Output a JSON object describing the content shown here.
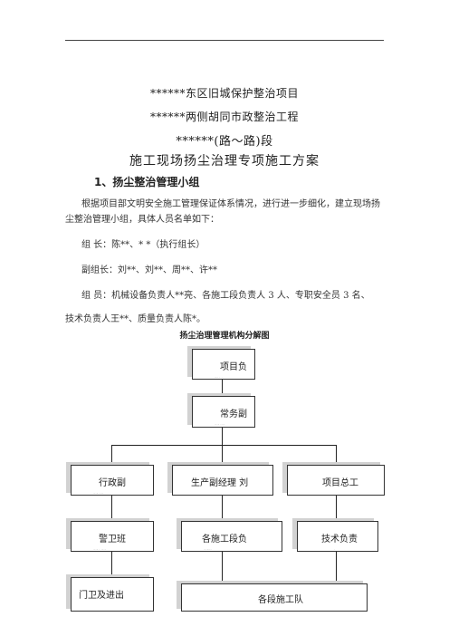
{
  "titles": {
    "line1": "******东区旧城保护整治项目",
    "line2": "******两侧胡同市政整治工程",
    "line3": "******(路～路)段",
    "line4": "施工现场扬尘治理专项施工方案"
  },
  "section": {
    "heading": "1、扬尘整治管理小组"
  },
  "body": {
    "intro_line1": "根据项目部文明安全施工管理保证体系情况，进行进一步细化，建立现场扬",
    "intro_line2": "尘整治管理小组，具体人员名单如下：",
    "leader": "组    长：陈**、*  *（执行组长）",
    "deputy": "副组长：刘**、刘**、周**、许**",
    "members_line1": "组    员：机械设备负责人**亮、各施工段负责人 3 人、专职安全员 3 名、",
    "members_line2": "技术负责人王**、质量负责人陈*。"
  },
  "chart": {
    "title": "扬尘治理管理机构分解图",
    "boxes": {
      "project_manager": {
        "label": "项目负",
        "sub": "·-- · ·"
      },
      "exec_deputy": {
        "label": "常务副",
        "sub": "·-·- ·-·-"
      },
      "admin_deputy": {
        "label": "行政副",
        "sub": "·-·- ·-·-"
      },
      "production_manager": {
        "label": "生产副经理   刘"
      },
      "chief_engineer": {
        "label": "项目总工"
      },
      "guard_team": {
        "label": "警卫班",
        "sub": "·-·- · ·-·-"
      },
      "section_heads": {
        "label": "各施工段负",
        "sub": "·-·-·-·"
      },
      "tech_lead": {
        "label": "技术负责",
        "sub": "·"
      },
      "gate_guard": {
        "label": "门卫及进出"
      },
      "section_teams": {
        "label": "各段施工队"
      }
    }
  }
}
